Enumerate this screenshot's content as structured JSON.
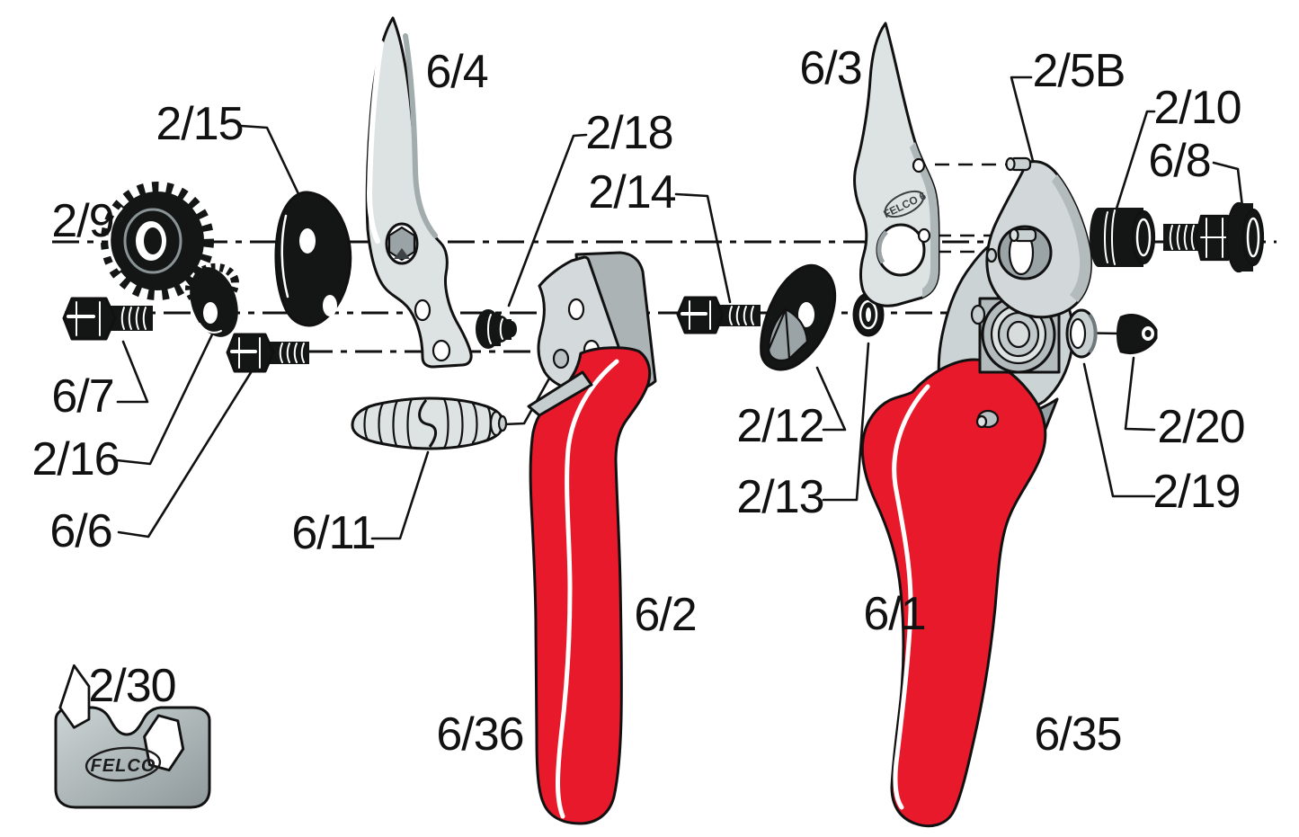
{
  "figure": {
    "type": "exploded-parts-diagram",
    "labels": [
      {
        "id": "2-9",
        "text": "2/9"
      },
      {
        "id": "2-15",
        "text": "2/15"
      },
      {
        "id": "6-4",
        "text": "6/4"
      },
      {
        "id": "2-18",
        "text": "2/18"
      },
      {
        "id": "2-14",
        "text": "2/14"
      },
      {
        "id": "6-3",
        "text": "6/3"
      },
      {
        "id": "2-5B",
        "text": "2/5B"
      },
      {
        "id": "2-10",
        "text": "2/10"
      },
      {
        "id": "6-8",
        "text": "6/8"
      },
      {
        "id": "6-7",
        "text": "6/7"
      },
      {
        "id": "2-16",
        "text": "2/16"
      },
      {
        "id": "6-6",
        "text": "6/6"
      },
      {
        "id": "6-11",
        "text": "6/11"
      },
      {
        "id": "2-12",
        "text": "2/12"
      },
      {
        "id": "2-13",
        "text": "2/13"
      },
      {
        "id": "2-20",
        "text": "2/20"
      },
      {
        "id": "2-19",
        "text": "2/19"
      },
      {
        "id": "6-2",
        "text": "6/2"
      },
      {
        "id": "6-36",
        "text": "6/36"
      },
      {
        "id": "6-1",
        "text": "6/1"
      },
      {
        "id": "6-35",
        "text": "6/35"
      },
      {
        "id": "2-30",
        "text": "2/30"
      }
    ],
    "branding": {
      "wrench_text": "FELCO",
      "blade_stamp": "FELCO 6"
    },
    "colors": {
      "background": "#ffffff",
      "outline": "#111111",
      "part_black": "#141515",
      "handle_red": "#e8192b",
      "metal_light": "#dde2e2",
      "metal_face": "#d2d8d9",
      "metal_mid": "#b3bbbc",
      "metal_dark": "#97a1a3"
    }
  }
}
